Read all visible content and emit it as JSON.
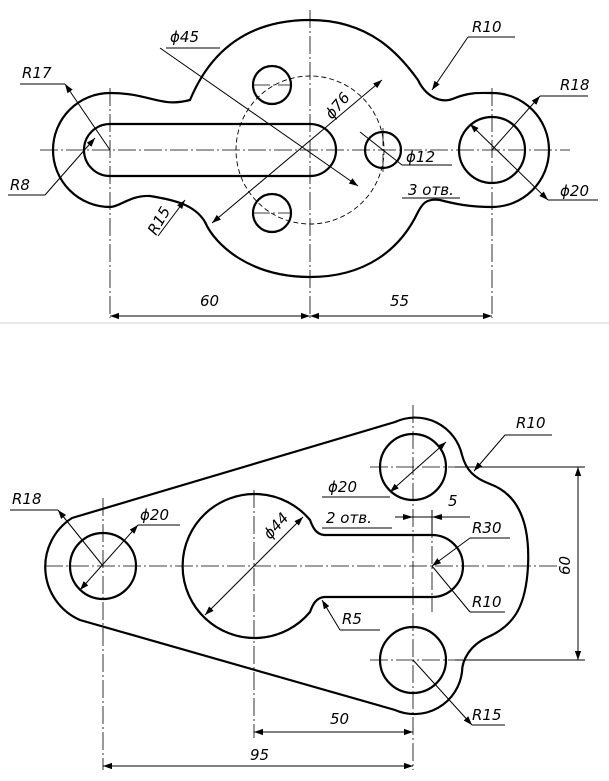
{
  "top_view": {
    "dims": {
      "d45": "ϕ45",
      "r10": "R10",
      "r17": "R17",
      "r18": "R18",
      "d76": "ϕ76",
      "r8": "R8",
      "d12": "ϕ12",
      "holes": "3 отв.",
      "r15": "R15",
      "d20": "ϕ20",
      "l60": "60",
      "l55": "55"
    }
  },
  "bottom_view": {
    "dims": {
      "r10_top": "R10",
      "r18": "R18",
      "d20_right": "ϕ20",
      "holes": "2 отв.",
      "d20_left": "ϕ20",
      "d44": "ϕ44",
      "s5": "5",
      "r30": "R30",
      "h60": "60",
      "r10_slot": "R10",
      "r5": "R5",
      "r15": "R15",
      "l50": "50",
      "l95": "95"
    }
  }
}
